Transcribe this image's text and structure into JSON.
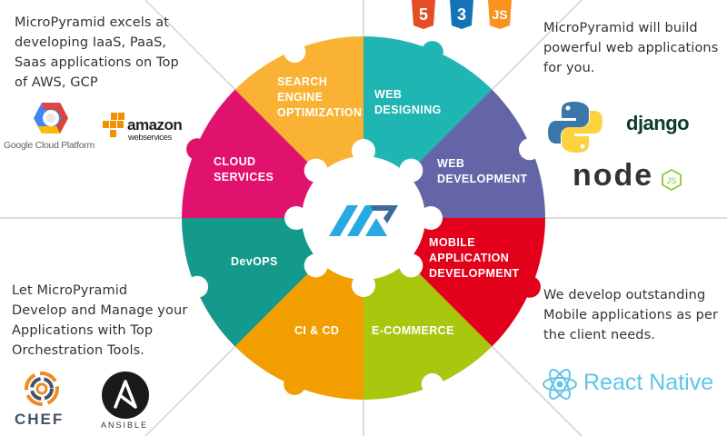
{
  "segments": [
    {
      "id": "seo",
      "label": "SEARCH\nENGINE\nOPTIMIZATION",
      "color": "#f9b233"
    },
    {
      "id": "web-designing",
      "label": "WEB\nDESIGNING",
      "color": "#1fb5b3"
    },
    {
      "id": "web-development",
      "label": "WEB\nDEVELOPMENT",
      "color": "#6465a7"
    },
    {
      "id": "mobile",
      "label": "MOBILE\nAPPLICATION\nDEVELOPMENT",
      "color": "#e2001a"
    },
    {
      "id": "ecommerce",
      "label": "E-COMMERCE",
      "color": "#a7c80f"
    },
    {
      "id": "cicd",
      "label": "CI & CD",
      "color": "#f29e00"
    },
    {
      "id": "devops",
      "label": "DevOPS",
      "color": "#14998a"
    },
    {
      "id": "cloud",
      "label": "CLOUD\nSERVICES",
      "color": "#e0126e"
    }
  ],
  "descriptions": {
    "top_left": "MicroPyramid excels at\ndeveloping IaaS, PaaS,\nSaas applications on Top\nof AWS, GCP",
    "top_right": "MicroPyramid will build\npowerful web applications\nfor you.",
    "bottom_left": "Let MicroPyramid\nDevelop and Manage your\nApplications with Top\nOrchestration Tools.",
    "bottom_right": "We develop outstanding\nMobile applications as per\nthe client needs."
  },
  "logos": {
    "gcp": "Google Cloud Platform",
    "amazon": "amazon",
    "amazon_sub": "webservices",
    "django": "django",
    "node": "node",
    "node_js": "JS",
    "chef": "CHEF",
    "ansible": "ANSIBLE",
    "ansible_letter": "A",
    "react_native": "React Native",
    "html5": "5",
    "css3": "3",
    "js": "JS"
  },
  "colors": {
    "center_logo_light": "#29a9e1",
    "center_logo_dark": "#3b6b96",
    "divider_line": "#b5b5b5",
    "text": "#333333"
  }
}
